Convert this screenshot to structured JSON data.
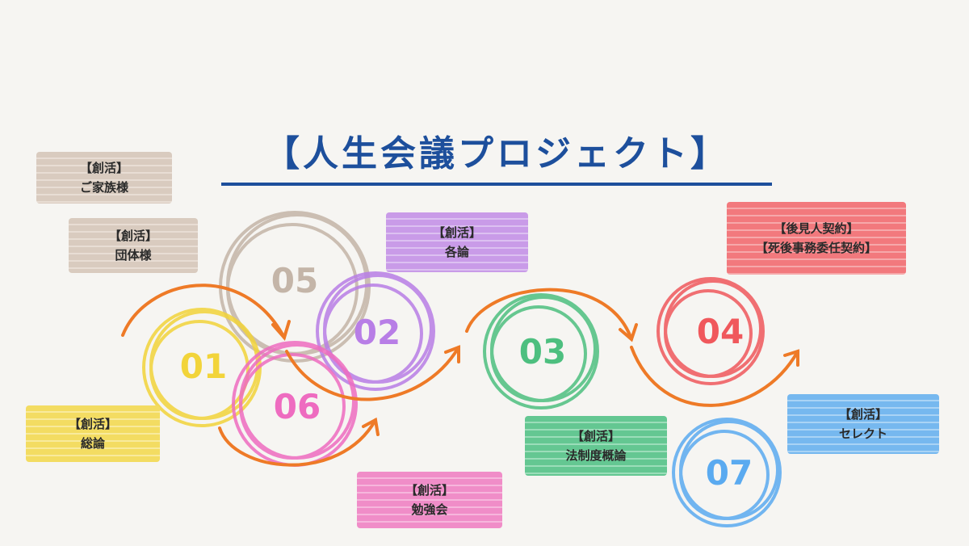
{
  "title": "【人生会議プロジェクト】",
  "colors": {
    "title": "#1d4f9c",
    "arrow": "#ee7a27",
    "circle_01": "#f2d43a",
    "circle_02": "#b87ee6",
    "circle_03": "#4dbf7f",
    "circle_04": "#f0585c",
    "circle_05": "#c4b5a8",
    "circle_06": "#ee6cc0",
    "circle_07": "#5aaaf0"
  },
  "circles": {
    "c01": {
      "label": "01"
    },
    "c02": {
      "label": "02"
    },
    "c03": {
      "label": "03"
    },
    "c04": {
      "label": "04"
    },
    "c05": {
      "label": "05"
    },
    "c06": {
      "label": "06"
    },
    "c07": {
      "label": "07"
    }
  },
  "tags": {
    "family": {
      "line1": "【創活】",
      "line2": "ご家族様"
    },
    "group": {
      "line1": "【創活】",
      "line2": "団体様"
    },
    "general": {
      "line1": "【創活】",
      "line2": "総論"
    },
    "each": {
      "line1": "【創活】",
      "line2": "各論"
    },
    "study": {
      "line1": "【創活】",
      "line2": "勉強会"
    },
    "law": {
      "line1": "【創活】",
      "line2": "法制度概論"
    },
    "guardian": {
      "line1": "【後見人契約】",
      "line2": "【死後事務委任契約】"
    },
    "select": {
      "line1": "【創活】",
      "line2": "セレクト"
    }
  }
}
